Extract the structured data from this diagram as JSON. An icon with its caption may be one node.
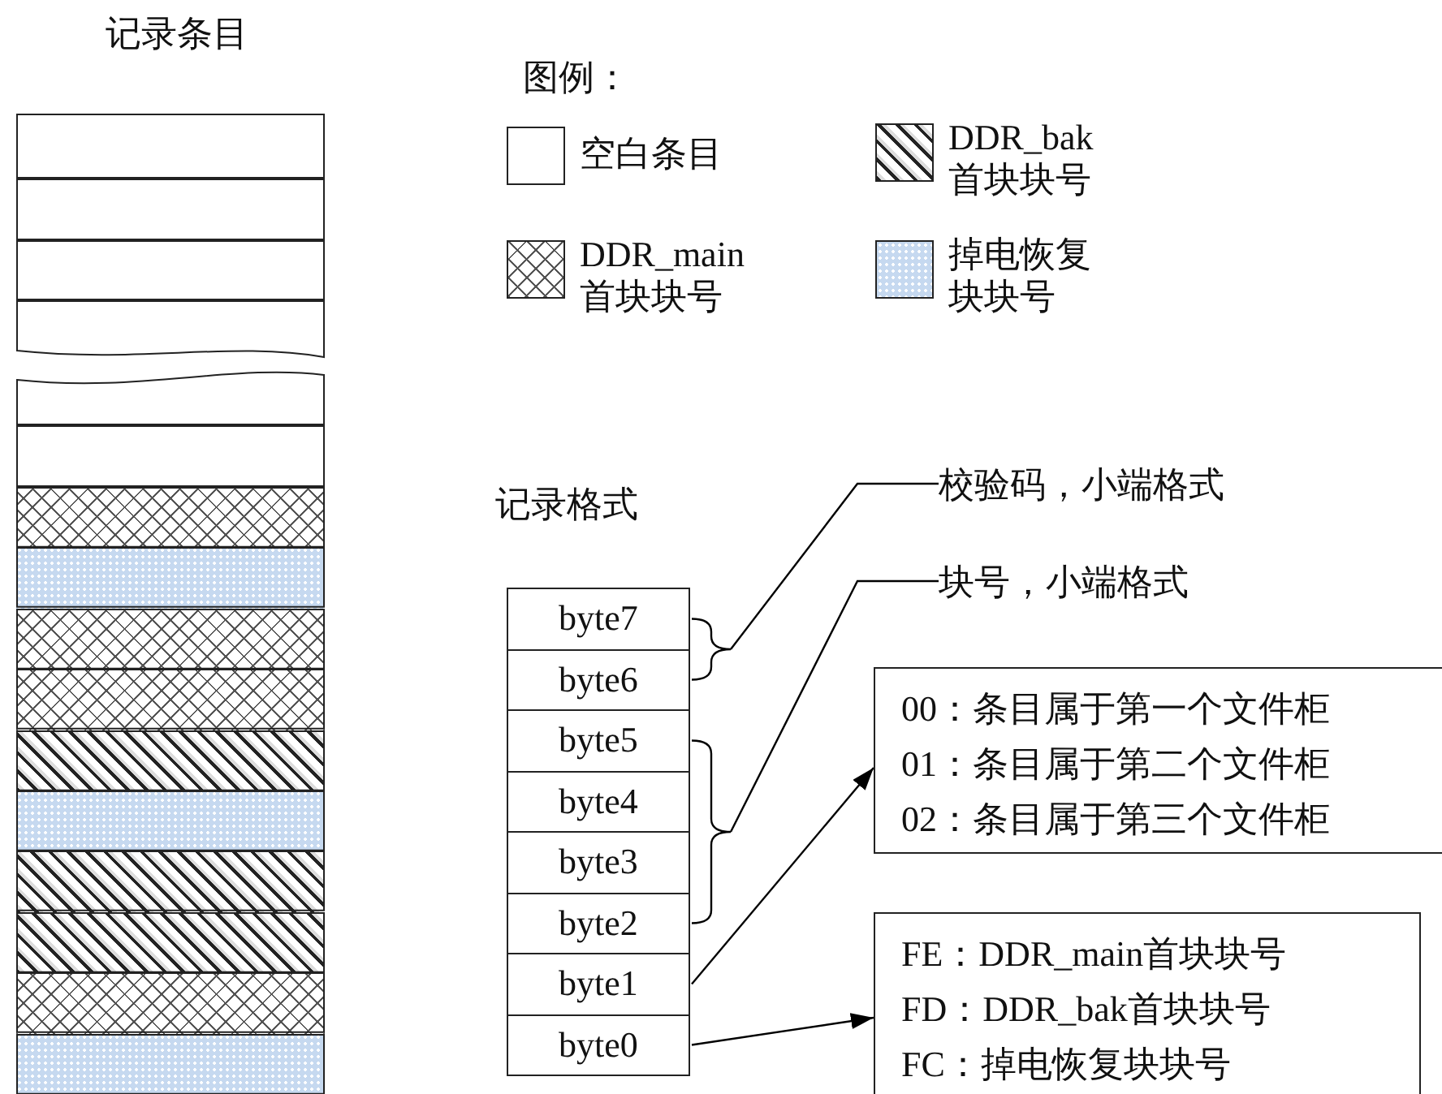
{
  "diagram": {
    "nodes": [
      {
        "text": [],
        "shape": "box"
      },
      {
        "text": [],
        "shape": "box"
      },
      {
        "text": [],
        "shape": "box"
      },
      {
        "text": [],
        "shape": "box"
      },
      {
        "text": [],
        "shape": "box"
      },
      {
        "text": [],
        "shape": "box"
      },
      {
        "text": [],
        "shape": "box"
      },
      {
        "text": [],
        "shape": "box"
      },
      {
        "text": [],
        "shape": "box"
      },
      {
        "text": [],
        "shape": "box"
      },
      {
        "text": [],
        "shape": "box"
      },
      {
        "text": [],
        "shape": "box"
      },
      {
        "text": [],
        "shape": "box"
      },
      {
        "text": [],
        "shape": "box"
      },
      {
        "text": [],
        "shape": "box"
      },
      {
        "text": [],
        "shape": "box"
      },
      {
        "text": [
          "byte7"
        ]
      },
      {
        "text": [
          "byte6"
        ]
      },
      {
        "text": [
          "byte5"
        ]
      },
      {
        "text": [
          "byte4"
        ]
      },
      {
        "text": [
          "byte3"
        ]
      },
      {
        "text": [
          "byte2"
        ]
      },
      {
        "text": [
          "byte1"
        ]
      },
      {
        "text": [
          "byte0"
        ]
      },
      {
        "text": [
          "校验码，小端格式"
        ]
      },
      {
        "text": [
          "块号，小端格式"
        ]
      },
      {
        "text": [
          "00：条目属于第一个文件柜",
          "01：条目属于第二个文件柜",
          "02：条目属于第三个文件柜"
        ]
      },
      {
        "text": [
          "FE：DDR_main首块块号",
          "FD：DDR_bak首块块号",
          "FC：掉电恢复块块号"
        ]
      }
    ],
    "edges": [
      {
        "from": 24,
        "to": 16,
        "arrow": "none"
      },
      {
        "from": 24,
        "to": 17,
        "arrow": "none"
      },
      {
        "from": 25,
        "to": 18,
        "arrow": "none"
      },
      {
        "from": 25,
        "to": 21,
        "arrow": "none"
      },
      {
        "from": 22,
        "to": 26,
        "arrow": "to"
      },
      {
        "from": 23,
        "to": 27,
        "arrow": "to"
      }
    ],
    "labels": [
      "记录条目",
      "图例：",
      "记录格式"
    ],
    "legend": [
      {
        "text": "空白条目",
        "color": "#ffffff"
      },
      {
        "text": "DDR_bak 首块块号"
      },
      {
        "text": "DDR_main 首块块号"
      },
      {
        "text": "掉电恢复块块号",
        "color": "#c6d9f0"
      }
    ]
  }
}
